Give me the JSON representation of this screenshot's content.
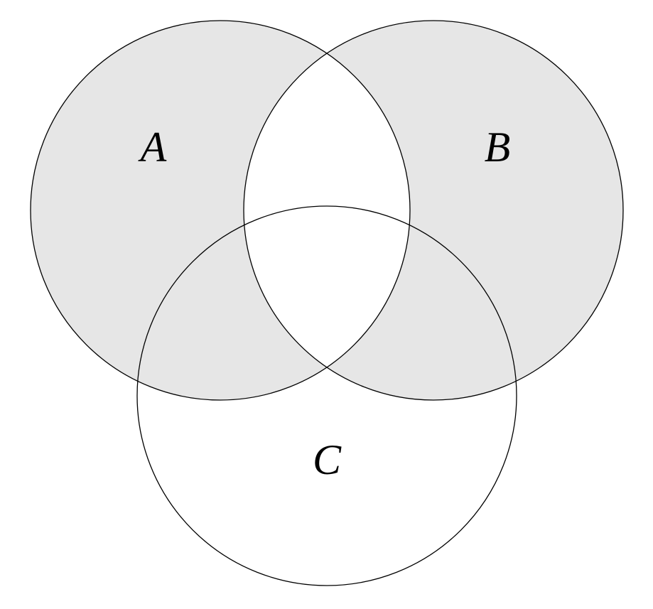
{
  "diagram": {
    "type": "venn",
    "description": "Three-circle Venn diagram with the symmetric difference of A and B shaded",
    "sets": [
      {
        "label": "A",
        "shaded": true
      },
      {
        "label": "B",
        "shaded": true
      },
      {
        "label": "C",
        "shaded": false
      }
    ],
    "regions": {
      "a_only": "shaded",
      "b_only": "shaded",
      "a_and_c_not_b": "shaded",
      "b_and_c_not_a": "shaded",
      "a_and_b_not_c": "white",
      "a_and_b_and_c": "white",
      "c_only": "white",
      "outside": "white"
    },
    "shaded_region_expression": "(A ∪ B) − (A ∩ B)",
    "colors": {
      "shade_fill": "#e6e6e6",
      "stroke": "#000000",
      "background": "#ffffff",
      "label_color": "#000000"
    }
  }
}
